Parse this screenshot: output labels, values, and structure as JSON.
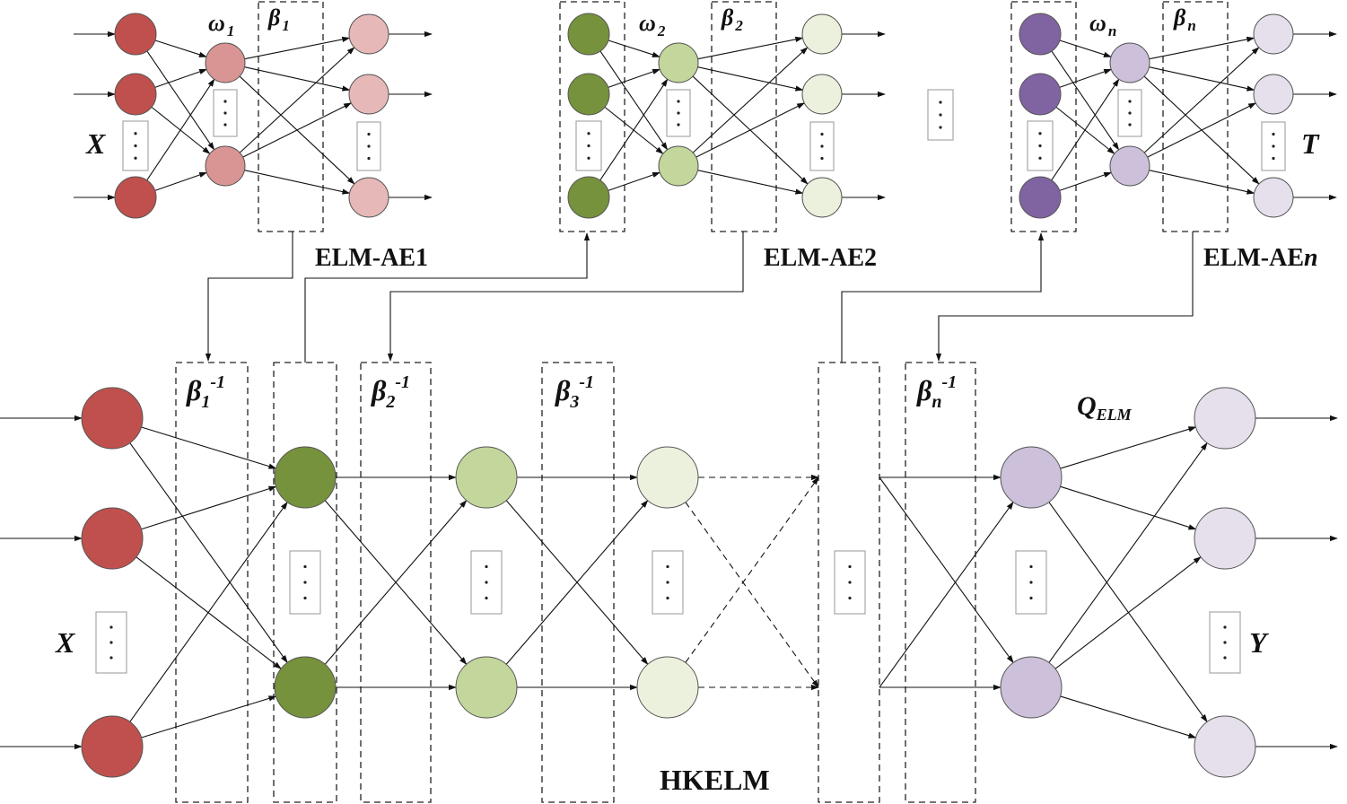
{
  "elm_ae1": {
    "name": "ELM-AE1",
    "input_label": "X",
    "omega": {
      "sym": "ω",
      "sub": "1"
    },
    "beta": {
      "sym": "β",
      "sub": "1"
    }
  },
  "elm_ae2": {
    "name": "ELM-AE2",
    "omega": {
      "sym": "ω",
      "sub": "2"
    },
    "beta": {
      "sym": "β",
      "sub": "2"
    }
  },
  "elm_aen": {
    "name": "ELM-AE",
    "name_italic": "n",
    "output_label": "T",
    "omega": {
      "sym": "ω",
      "sub": "n"
    },
    "beta": {
      "sym": "β",
      "sub": "n"
    }
  },
  "hkelm": {
    "name": "HKELM",
    "input_label": "X",
    "output_label": "Y",
    "beta1_inv": {
      "sym": "β",
      "sub": "1",
      "sup": "-1"
    },
    "beta2_inv": {
      "sym": "β",
      "sub": "2",
      "sup": "-1"
    },
    "beta3_inv": {
      "sym": "β",
      "sub": "3",
      "sup": "-1"
    },
    "betan_inv": {
      "sym": "β",
      "sub": "n",
      "sup": "-1"
    },
    "q": {
      "sym": "Q",
      "sub": "ELM"
    }
  },
  "colors": {
    "red": "#c0504d",
    "red_light": "#d99594",
    "red_pale": "#e6b9b8",
    "green_dark": "#76923c",
    "green_light": "#c3d69b",
    "green_pale": "#ebf1dd",
    "purple_dark": "#8064a2",
    "purple_light": "#ccc0da",
    "purple_pale": "#e5e0ec"
  }
}
